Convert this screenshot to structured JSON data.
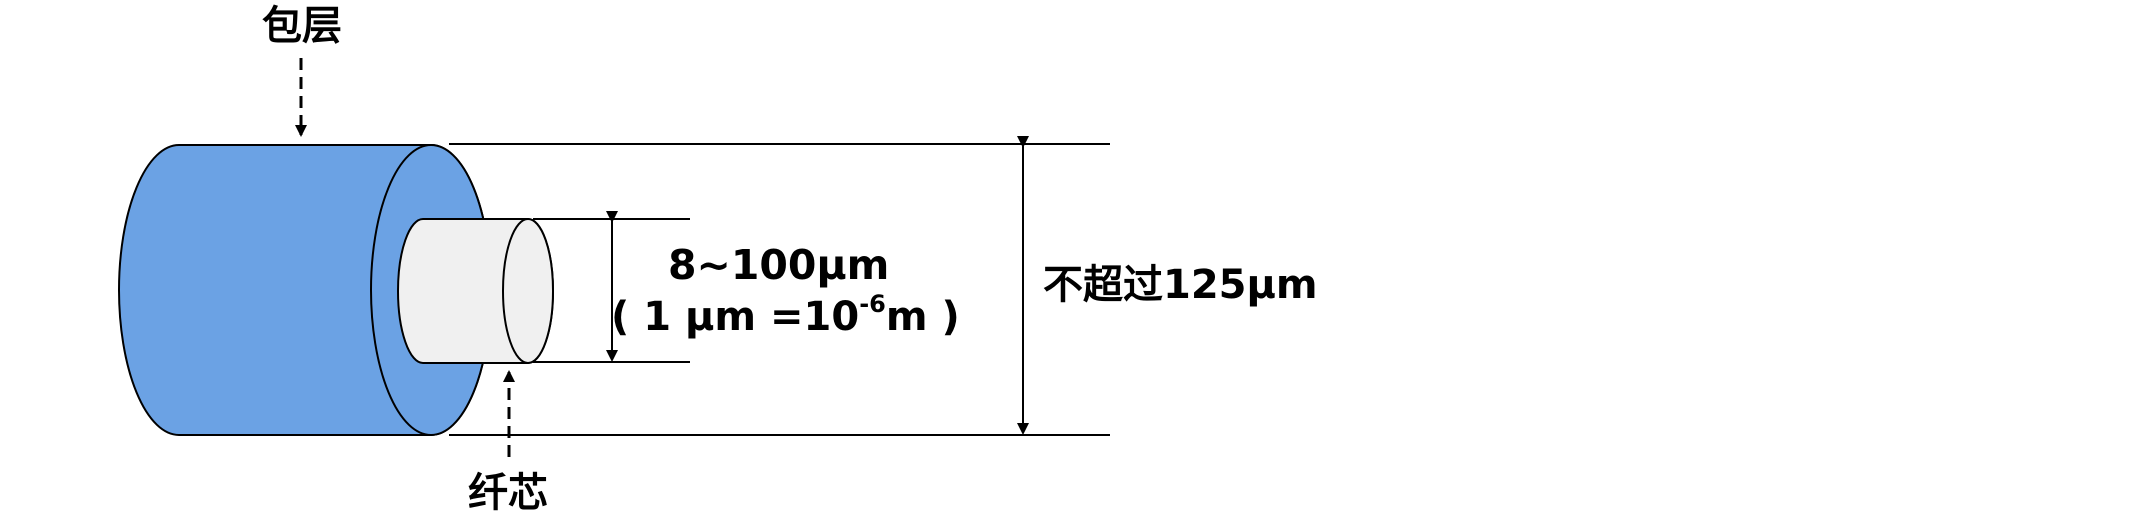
{
  "labels": {
    "cladding": "包层",
    "core": "纤芯",
    "outer_diameter": "不超过125μm",
    "core_diameter": "8~100μm",
    "unit_open": "( 1 μm =10",
    "unit_exponent": "-6",
    "unit_close": "m )"
  },
  "colors": {
    "cladding_fill": "#6ba2e4",
    "core_fill": "#f0f0f0",
    "stroke": "#000000"
  }
}
